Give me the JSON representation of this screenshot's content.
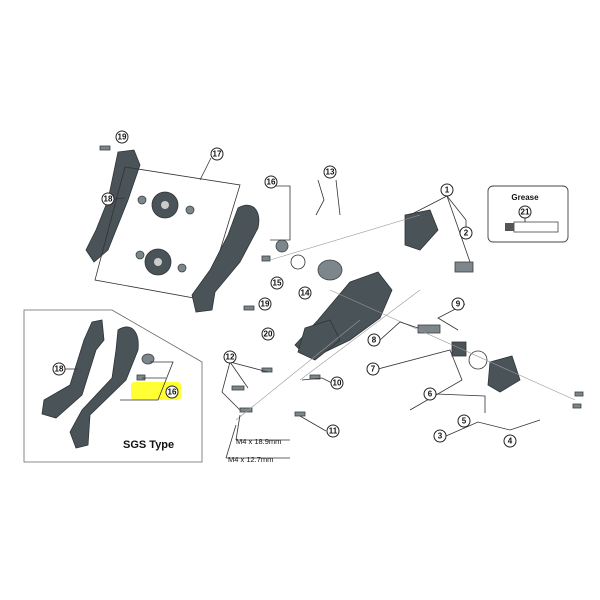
{
  "diagram": {
    "callouts": {
      "c1": "1",
      "c2": "2",
      "c3": "3",
      "c4": "4",
      "c5": "5",
      "c6": "6",
      "c7": "7",
      "c8": "8",
      "c9": "9",
      "c10": "10",
      "c11": "11",
      "c12": "12",
      "c13": "13",
      "c14": "14",
      "c15": "15",
      "c16": "16",
      "c17": "17",
      "c18": "18",
      "c19": "19",
      "c19b": "19",
      "c20": "20",
      "c21": "21",
      "sgs16": "16",
      "sgs18": "18"
    },
    "bolt_labels": {
      "long": "M4 x 18.9mm",
      "short": "M4 x 12.7mm"
    },
    "sgs_box": {
      "title": "SGS Type",
      "highlight_color": "#ffff33"
    },
    "grease_box": {
      "title": "Grease"
    }
  }
}
